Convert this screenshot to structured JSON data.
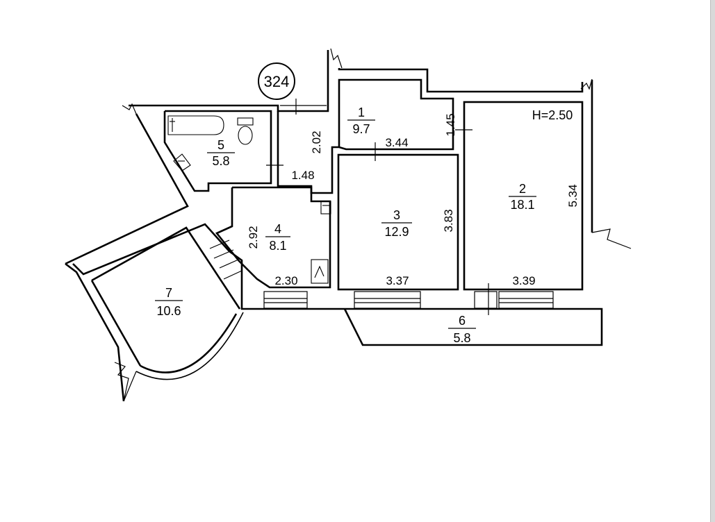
{
  "plan": {
    "apartment_number": "324",
    "ceiling_height": "H=2.50",
    "rooms": [
      {
        "number": "1",
        "area": "9.7"
      },
      {
        "number": "2",
        "area": "18.1"
      },
      {
        "number": "3",
        "area": "12.9"
      },
      {
        "number": "4",
        "area": "8.1"
      },
      {
        "number": "5",
        "area": "5.8"
      },
      {
        "number": "6",
        "area": "5.8"
      },
      {
        "number": "7",
        "area": "10.6"
      }
    ],
    "dimensions": {
      "room1_left_height": "2.02",
      "room1_bottom_width": "3.44",
      "room1_right_height": "1.45",
      "corridor_width": "1.48",
      "room2_height": "5.34",
      "room2_width": "3.39",
      "room3_height": "3.83",
      "room3_width": "3.37",
      "room4_height": "2.92",
      "room4_width": "2.30"
    }
  }
}
